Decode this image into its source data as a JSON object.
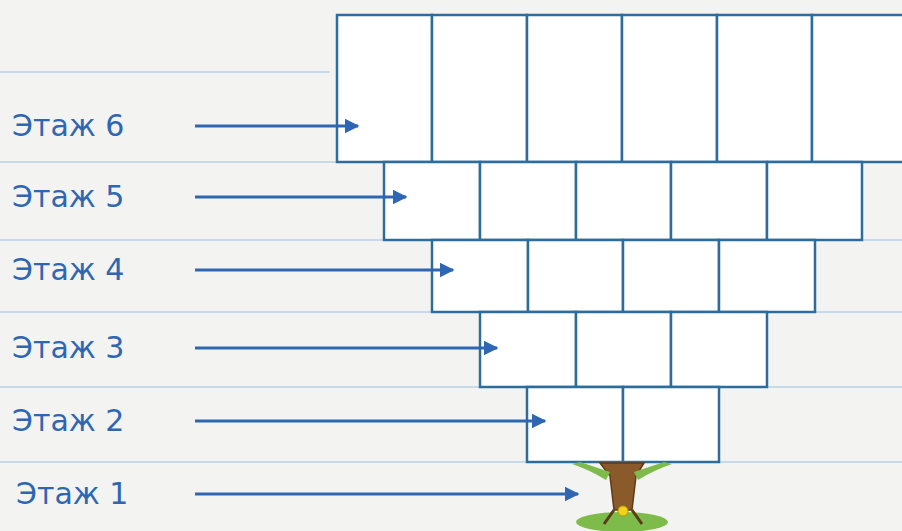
{
  "diagram": {
    "labels": [
      "Этаж 6",
      "Этаж 5",
      "Этаж 4",
      "Этаж 3",
      "Этаж 2",
      "Этаж 1"
    ]
  }
}
